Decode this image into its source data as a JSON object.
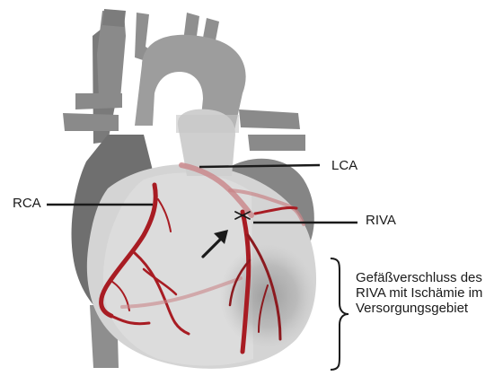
{
  "labels": {
    "rca": "RCA",
    "lca": "LCA",
    "riva": "RIVA",
    "note_lines": [
      "Gefäßverschluss des",
      "RIVA mit Ischämie im",
      "Versorgungsgebiet"
    ]
  },
  "colors": {
    "heart_dark": "#6f6f6f",
    "heart_mid": "#9a9a9a",
    "heart_light": "#c9c9c9",
    "ventricle": "#d6d6d6",
    "artery": "#a81c23",
    "artery_faint": "#c97a7d",
    "ischemia": "#8e8e8e",
    "text": "#1a1a1a"
  },
  "icons": {
    "arrow": "arrow-up-right-icon",
    "brace": "right-curly-brace-icon"
  }
}
